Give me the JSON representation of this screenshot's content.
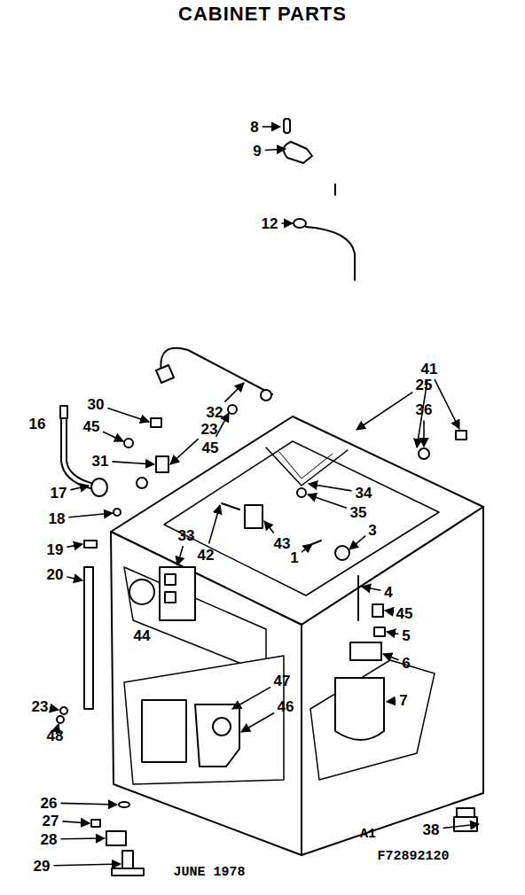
{
  "diagram": {
    "title": "CABINET PARTS",
    "labels": [
      "8",
      "9",
      "12",
      "16",
      "30",
      "45",
      "32",
      "23",
      "45",
      "41",
      "25",
      "36",
      "31",
      "17",
      "18",
      "34",
      "35",
      "3",
      "19",
      "33",
      "42",
      "43",
      "1",
      "20",
      "4",
      "45",
      "5",
      "6",
      "44",
      "7",
      "23",
      "47",
      "46",
      "48",
      "26",
      "27",
      "28",
      "29",
      "38",
      "JUNE 1978",
      "A1",
      "F72892120"
    ]
  }
}
